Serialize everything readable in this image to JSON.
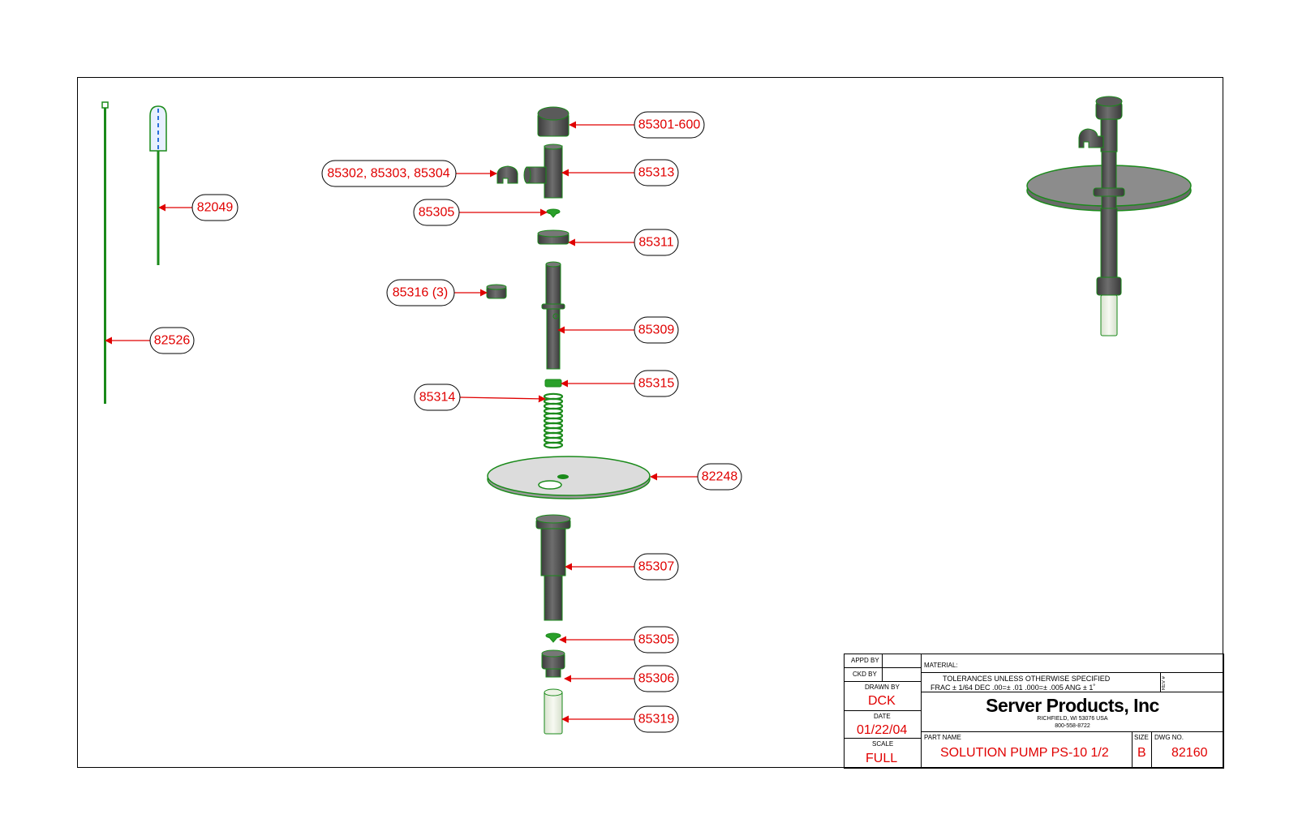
{
  "callouts": {
    "c85301_600": "85301-600",
    "c85302": "85302, 85303, 85304",
    "c85313": "85313",
    "c82049": "82049",
    "c85305_top": "85305",
    "c85311": "85311",
    "c85316": "85316 (3)",
    "c82526": "82526",
    "c85309": "85309",
    "c85315": "85315",
    "c85314": "85314",
    "c82248": "82248",
    "c85307": "85307",
    "c85305_bottom": "85305",
    "c85306": "85306",
    "c85319": "85319"
  },
  "title_block": {
    "appd_by_label": "APPD BY",
    "ckd_by_label": "CKD BY",
    "drawn_by_label": "DRAWN BY",
    "drawn_by": "DCK",
    "date_label": "DATE",
    "date": "01/22/04",
    "scale_label": "SCALE",
    "scale": "FULL",
    "material_label": "MATERIAL:",
    "tolerances_line1": "TOLERANCES UNLESS OTHERWISE SPECIFIED",
    "tolerances_line2": "FRAC ± 1/64  DEC .00=± .01  .000=± .005  ANG ± 1˚",
    "rev_label": "REV #",
    "company": "Server Products, Inc",
    "address": "RICHFIELD, WI 53076 USA",
    "phone": "800-558-8722",
    "part_name_label": "PART NAME",
    "part_name": "SOLUTION PUMP PS-10 1/2",
    "size_label": "SIZE",
    "size": "B",
    "dwg_no_label": "DWG NO.",
    "dwg_no": "82160"
  },
  "colors": {
    "callout_red": "#e00000",
    "outline_green": "#1a8a1a",
    "part_gray": "#5a5a5a",
    "disc_gray": "#d8d8d8"
  }
}
